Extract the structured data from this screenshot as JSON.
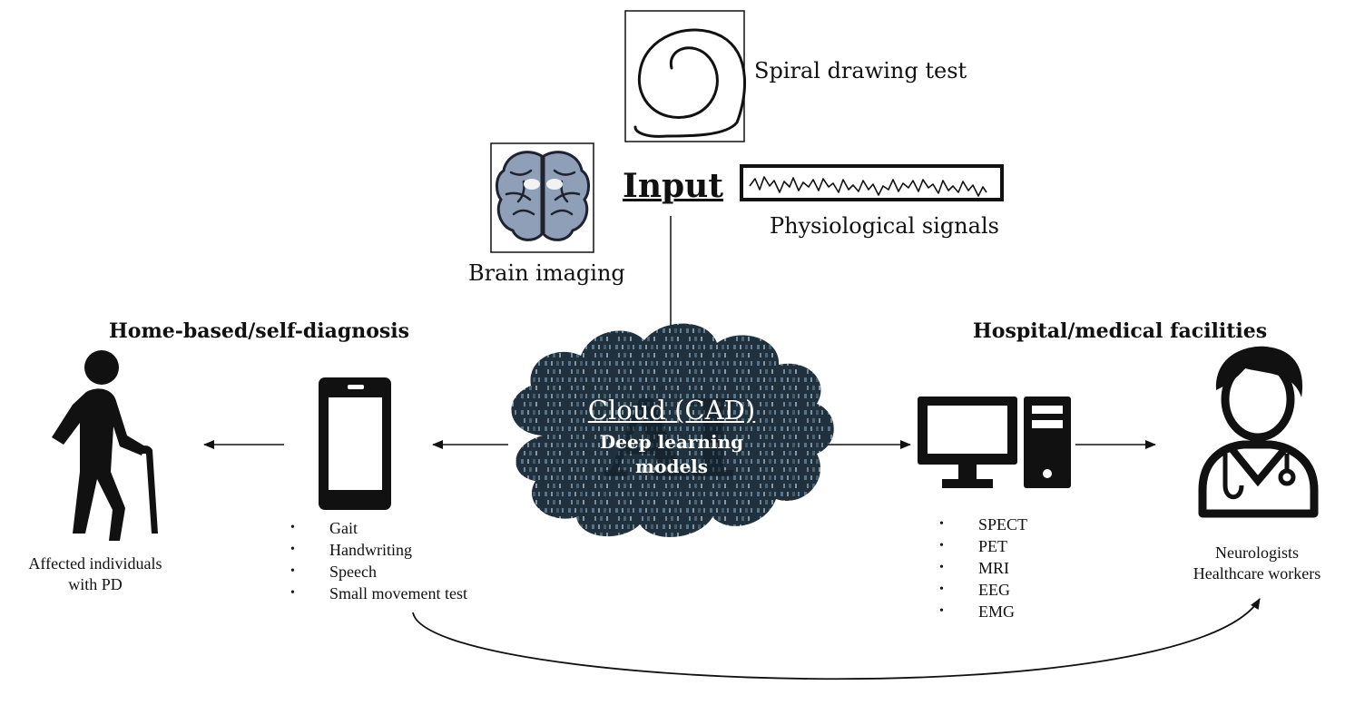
{
  "input": {
    "title": "Input",
    "spiral_label": "Spiral drawing test",
    "brain_label": "Brain imaging",
    "signals_label": "Physiological signals"
  },
  "cloud": {
    "title": "Cloud (CAD)",
    "line1": "Deep learning",
    "line2": "models",
    "watermark": "AI"
  },
  "home": {
    "title": "Home-based/self-diagnosis",
    "person_label_line1": "Affected individuals",
    "person_label_line2": "with PD",
    "phone_tests": [
      "Gait",
      "Handwriting",
      "Speech",
      "Small movement test"
    ]
  },
  "hospital": {
    "title": "Hospital/medical facilities",
    "modalities": [
      "SPECT",
      "PET",
      "MRI",
      "EEG",
      "EMG"
    ],
    "worker_label_line1": "Neurologists",
    "worker_label_line2": "Healthcare workers"
  },
  "colors": {
    "cloud_dark": "#1c2a36",
    "cloud_mid": "#3d5a70",
    "brain_fill": "#8f9fb7",
    "ink": "#111111"
  }
}
